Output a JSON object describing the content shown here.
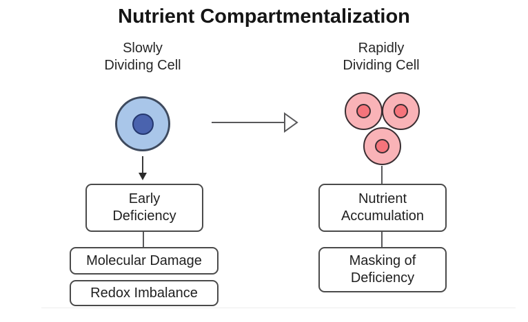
{
  "diagram": {
    "title": "Nutrient Compartmentalization",
    "left": {
      "heading": "Slowly\nDividing Cell",
      "cell_fill": "#a9c6e9",
      "nucleus_fill": "#4a63ae",
      "boxes": [
        {
          "label": "Early\nDeficiency"
        },
        {
          "label": "Molecular Damage"
        },
        {
          "label": "Redox Imbalance"
        }
      ]
    },
    "right": {
      "heading": "Rapidly\nDividing Cell",
      "cell_fill": "#f9b3b7",
      "nucleus_fill": "#f5747b",
      "boxes": [
        {
          "label": "Nutrient\nAccumulation"
        },
        {
          "label": "Masking of\nDeficiency"
        }
      ]
    },
    "line_color": "#58585a"
  }
}
